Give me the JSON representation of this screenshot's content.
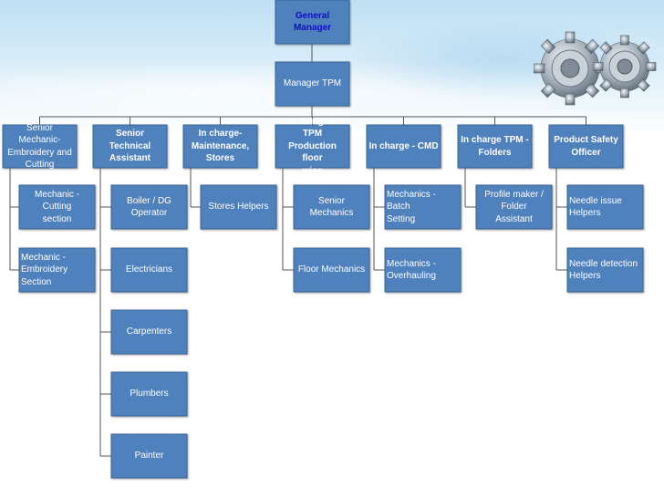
{
  "org_chart": {
    "root": "General Manager",
    "manager": "Manager TPM",
    "departments": [
      {
        "title": "Senior Mechanic-\nEmbroidery and\nCutting",
        "children": [
          "Mechanic -\nCutting\nsection",
          "Mechanic -\nEmbroidery\nSection"
        ]
      },
      {
        "title": "Senior Technical\nAssistant",
        "children": [
          "Boiler / DG\nOperator",
          "Electricians",
          "Carpenters",
          "Plumbers",
          "Painter"
        ]
      },
      {
        "title": "In charge-\nMaintenance,\nStores",
        "children": [
          "Stores Helpers"
        ]
      },
      {
        "title": "In charges- TPM\nProduction floor\nwise",
        "children": [
          "Senior Mechanics",
          "Floor Mechanics"
        ]
      },
      {
        "title": "In charge - CMD",
        "children": [
          "Mechanics -\nBatch\nSetting",
          "Mechanics -\nOverhauling"
        ]
      },
      {
        "title": "In charge TPM -\nFolders",
        "children": [
          "Profile maker /\nFolder\nAssistant"
        ]
      },
      {
        "title": "Product Safety\nOfficer",
        "children": [
          "Needle issue\nHelpers",
          "Needle detection\nHelpers"
        ]
      }
    ]
  },
  "colors": {
    "box_fill": "#4f81bd",
    "root_text": "#1010c0",
    "box_text": "#ffffff",
    "connector": "#555555"
  },
  "decoration": {
    "image": "gears-icon"
  }
}
